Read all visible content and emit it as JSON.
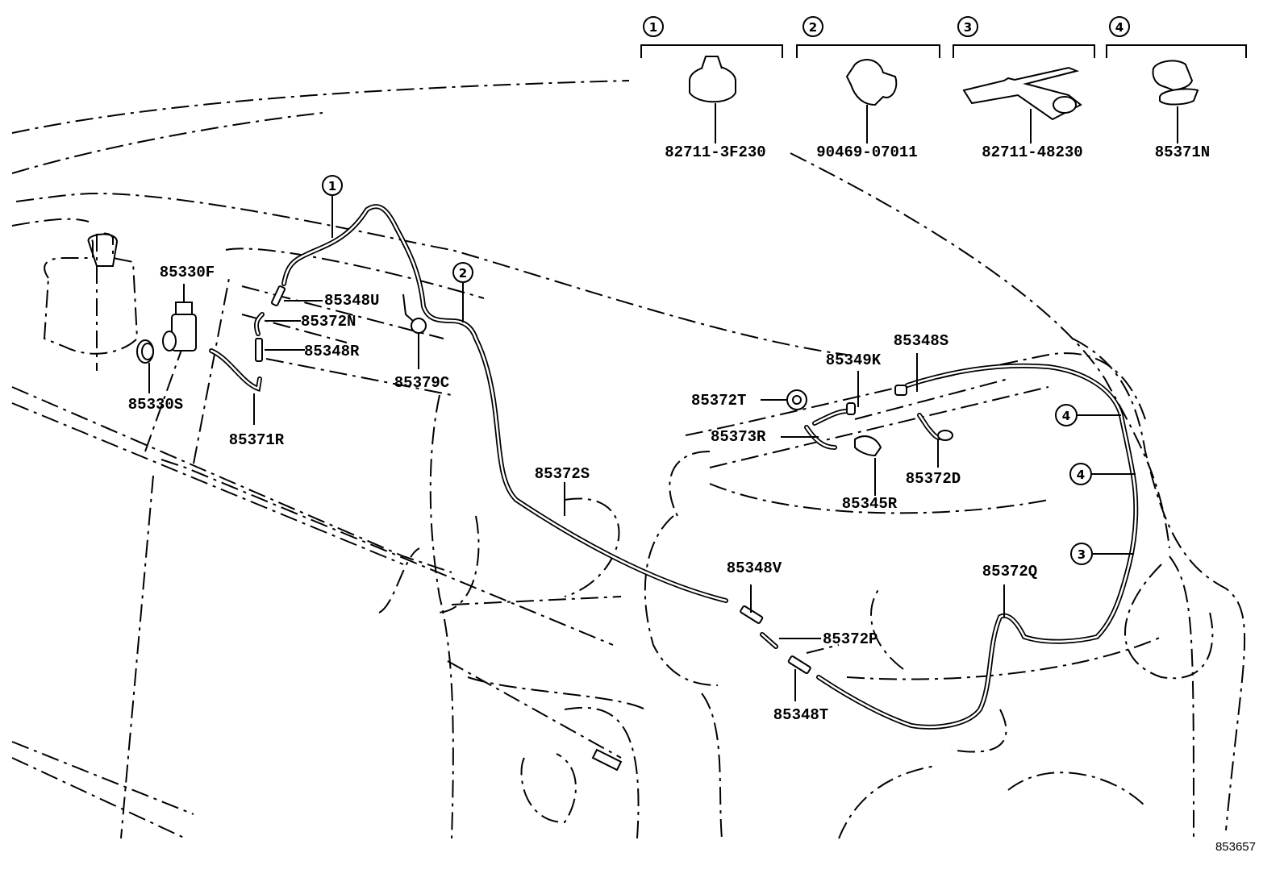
{
  "diagram": {
    "illustration_id": "853657",
    "clip_legend": [
      {
        "num": "1",
        "part": "82711-3F230"
      },
      {
        "num": "2",
        "part": "90469-07011"
      },
      {
        "num": "3",
        "part": "82711-48230"
      },
      {
        "num": "4",
        "part": "85371N"
      }
    ],
    "clip_callouts": [
      "1",
      "2",
      "4",
      "4",
      "3"
    ],
    "parts": {
      "p85330F": "85330F",
      "p85330S": "85330S",
      "p85348U": "85348U",
      "p85372N": "85372N",
      "p85348R": "85348R",
      "p85371R": "85371R",
      "p85379C": "85379C",
      "p85372S": "85372S",
      "p85348V": "85348V",
      "p85372P": "85372P",
      "p85348T": "85348T",
      "p85372T": "85372T",
      "p85349K": "85349K",
      "p85373R": "85373R",
      "p85345R": "85345R",
      "p85348S": "85348S",
      "p85372D": "85372D",
      "p85372Q": "85372Q"
    }
  }
}
